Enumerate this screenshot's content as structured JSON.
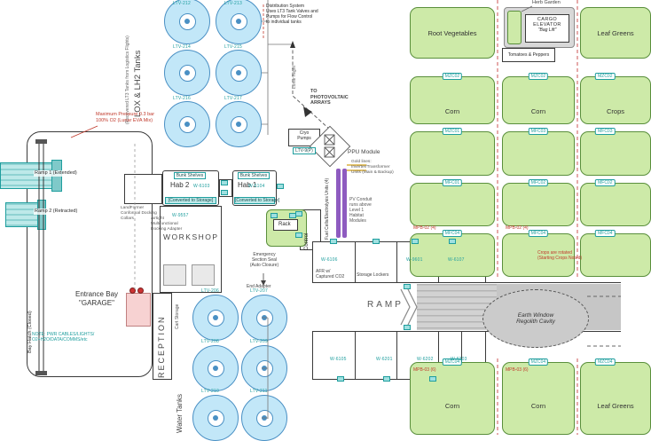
{
  "colors": {
    "tank_fill": "#c2e7f8",
    "tank_border": "#4a90c4",
    "crop_fill": "#cdeaa8",
    "crop_border": "#5a8f3c",
    "teal": "#1f9e9e",
    "purple": "#8e5bc0",
    "red": "#c0392b",
    "gold": "#d4a017",
    "ramp_gray": "#c6c6c6"
  },
  "tanks_top": [
    "LTV-212",
    "LTV-213",
    "LTV-214",
    "LTV-215",
    "LTV-216",
    "LTV-217"
  ],
  "tanks_bottom": [
    "LTV-206",
    "LTV-207",
    "LTV-208",
    "LTV-209",
    "LTV-210",
    "LTV-211"
  ],
  "left": {
    "lox_title": "LOX & LH2 Tanks",
    "lox_subtitle": "(Recovered LT3 Tanks from Logistics Flights)",
    "max_pressure": [
      "Maximum Pressure 0.3 bar",
      "100% O2 (Lunar EVA Mix)"
    ],
    "ramp1": "Ramp 1 (Extended)",
    "ramp2": "Ramp 2 (Retracted)",
    "entrance": [
      "Entrance Bay",
      "\"GARAGE\""
    ],
    "bay_hatch": "Bay Hatch (Closed)",
    "garage_note": [
      "NOTE: PWR CABLES/LIGHTS/",
      "O2+H2O/DATA/COMMS/etc"
    ],
    "reception": "RECEPTION",
    "cart_storage": "Cart Storage",
    "water_tanks": "Water Tanks"
  },
  "center": {
    "hab2": "Hab 2",
    "hab1": "Hab 1",
    "bunk_shelves": "Bunk Shelves",
    "converted": "[Converted to Storage]",
    "rack": "Rack",
    "control": "Control",
    "workshop": "WORKSHOP",
    "collars": [
      "LandFormer",
      "Conformal Docking",
      "Collars"
    ],
    "adapter": [
      "Airtight",
      "Multifunctional",
      "Docking Adapter"
    ],
    "emergency": [
      "Emergency",
      "Section Seal",
      "(Auto Closure)"
    ],
    "end_adapter": "End Adapter",
    "afr": [
      "AFR w/",
      "Captured CO2"
    ],
    "storage_lockers": "Storage Lockers",
    "ramp": "RAMP",
    "earth_window": [
      "Earth Window",
      "Regolith Cavity"
    ],
    "rooms": {
      "a": "W-6106",
      "b": "W-9601",
      "c": "W-6107",
      "d": "W-6103",
      "e": "W-6104",
      "f": "W-9557",
      "g": "W-6105",
      "h": "W-6201",
      "i": "W-6202",
      "j": "W-6203"
    }
  },
  "ppu": {
    "distribution": [
      "Distribution System",
      "Uses LT3 Tank Valves and",
      "Pumps for Flow Control",
      "to individual tanks"
    ],
    "to_pv": [
      "TO",
      "PHOTOVOLTAIC",
      "ARRAYS"
    ],
    "lunar_night": "Lunar Night",
    "cryo": [
      "Cryo",
      "Pumps"
    ],
    "cryo_code": "LTV-9(P)",
    "module": "PPU Module",
    "fuel_cells": "Fuel Cells/Electrolysis Units (4)",
    "gold_note": [
      "Gold lines:",
      "Inverter/Transformer",
      "Units (Main & Backup)"
    ],
    "pv_conduit": [
      "PV Conduit",
      "runs above",
      "Level 1",
      "Habitat",
      "Modules"
    ]
  },
  "crops": {
    "titles": {
      "r1c1": "Root Vegetables",
      "r1c3": "Leaf Greens",
      "r2c1": "Corn",
      "r2c2": "Corn",
      "r2c3": "Crops",
      "r6c1": "Corn",
      "r6c2": "Corn",
      "r6c3": "Leaf Greens"
    },
    "plates": [
      "MZC02",
      "MZC02",
      "MZC02",
      "MZC01",
      "MFC03",
      "MFC03",
      "MFC01",
      "MFC02",
      "MFC02",
      "MFC04",
      "MFC04",
      "MFC04",
      "MZC04",
      "MZC04",
      "MZC04"
    ],
    "red_codes": [
      "MPB-02 (4)",
      "MPB-02 (4)",
      "MPB-03 (6)",
      "MPB-03 (6)"
    ],
    "rotate_note": [
      "Crops are rotated",
      "(Starting Crops Noted)"
    ],
    "herb_garden": "Herb Garden",
    "cargo": [
      "CARGO",
      "ELEVATOR",
      "\"Bag Lift\""
    ],
    "tomatoes": "Tomatoes & Peppers"
  }
}
